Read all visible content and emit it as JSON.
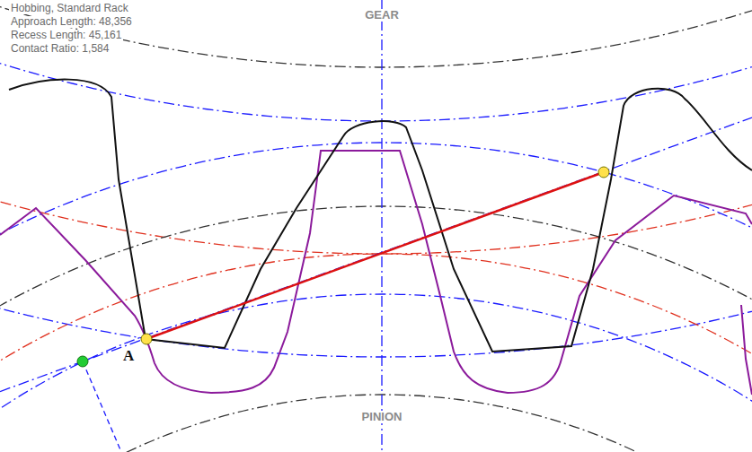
{
  "diagram": {
    "labels": [
      "Hobbing, Standard Rack",
      "Approach Length: 48,356",
      "Recess Length: 45,161",
      "Contact Ratio: 1,584",
      "GEAR",
      "PINION",
      "A"
    ]
  }
}
